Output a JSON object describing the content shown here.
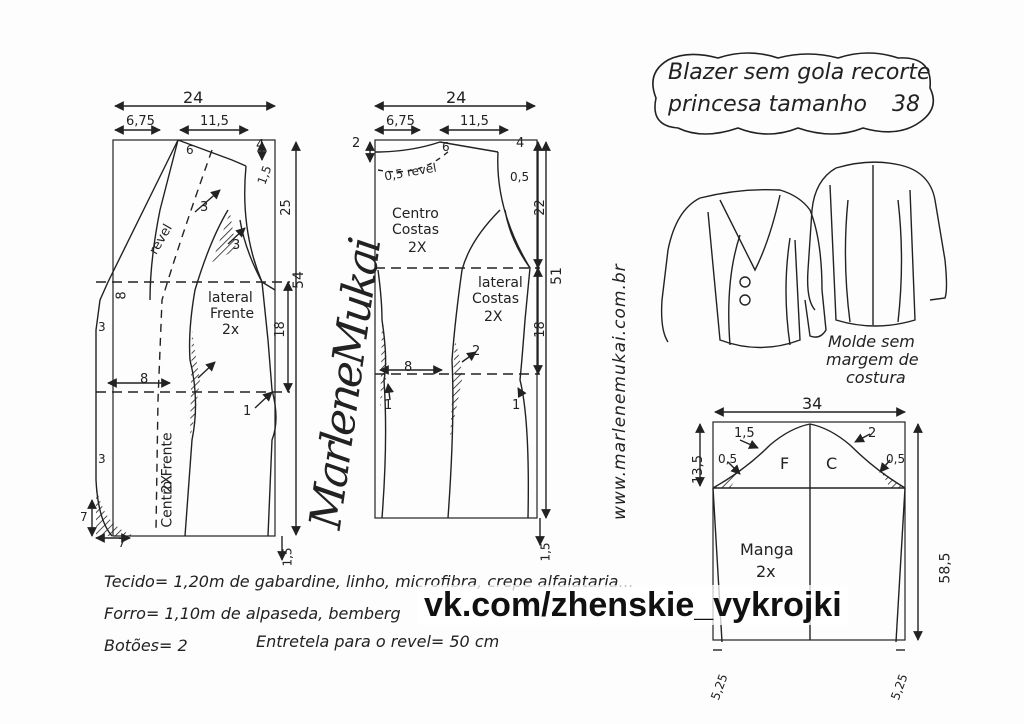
{
  "title": {
    "line1": "Blazer sem gola recorte",
    "line2": "princesa tamanho",
    "size": "38"
  },
  "front_piece": {
    "width_top": "24",
    "split_left": "6,75",
    "split_right": "11,5",
    "neck_small": "6",
    "shoulder_drop": "4",
    "shoulder_point": "1,5",
    "armhole_depth": "25",
    "total_length": "54",
    "waist_to_hip": "18",
    "bust_offset": "8",
    "left_offset": "3",
    "waist_line": "8",
    "hem_left": "3",
    "hem_curve_v": "7",
    "hem_curve_h": "7",
    "hem_ext": "1,5",
    "dart_mark_3a": "3",
    "dart_mark_3b": "3",
    "dart_mark_1": "1",
    "facing_label": "revel",
    "lateral_label": "lateral",
    "lateral_label2": "Frente",
    "lateral_qty": "2x",
    "center_label": "Centro Frente",
    "center_qty": "2X"
  },
  "back_piece": {
    "width_top": "24",
    "split_left": "6,75",
    "split_right": "11,5",
    "neck_drop": "2",
    "neck_small": "6",
    "shoulder_drop": "4",
    "shoulder_point": "0,5",
    "facing_label": "0,5 revel",
    "upper_length": "22",
    "total_length": "51",
    "waist_to_hip": "18",
    "waist_line": "8",
    "dart_mark_2": "2",
    "mark_1a": "1",
    "mark_1b": "1",
    "hem_ext": "1,5",
    "center_label_1": "Centro",
    "center_label_2": "Costas",
    "center_qty": "2X",
    "lateral_label_1": "lateral",
    "lateral_label_2": "Costas",
    "lateral_qty": "2X"
  },
  "sleeve": {
    "width_top": "34",
    "cap_height": "13,5",
    "total_length": "58,5",
    "front_curve": "1,5",
    "back_curve": "2",
    "front_point": "0,5",
    "back_point": "0,5",
    "front_label": "F",
    "back_label": "C",
    "name": "Manga",
    "qty": "2x",
    "hem_left": "5,25",
    "hem_right": "5,25"
  },
  "mold_note": {
    "line1": "Molde sem",
    "line2": "margem de",
    "line3": "costura"
  },
  "materials": {
    "fabric": "Tecido= 1,20m de gabardine, linho, microfibra, crepe alfaiataria...",
    "lining": "Forro= 1,10m de alpaseda, bemberg",
    "buttons": "Botões= 2",
    "interfacing": "Entretela para o revel= 50 cm"
  },
  "website": "www.marlenemukai.com.br",
  "signature": "MarleneMukai",
  "watermark": "vk.com/zhenskie_vykrojki"
}
